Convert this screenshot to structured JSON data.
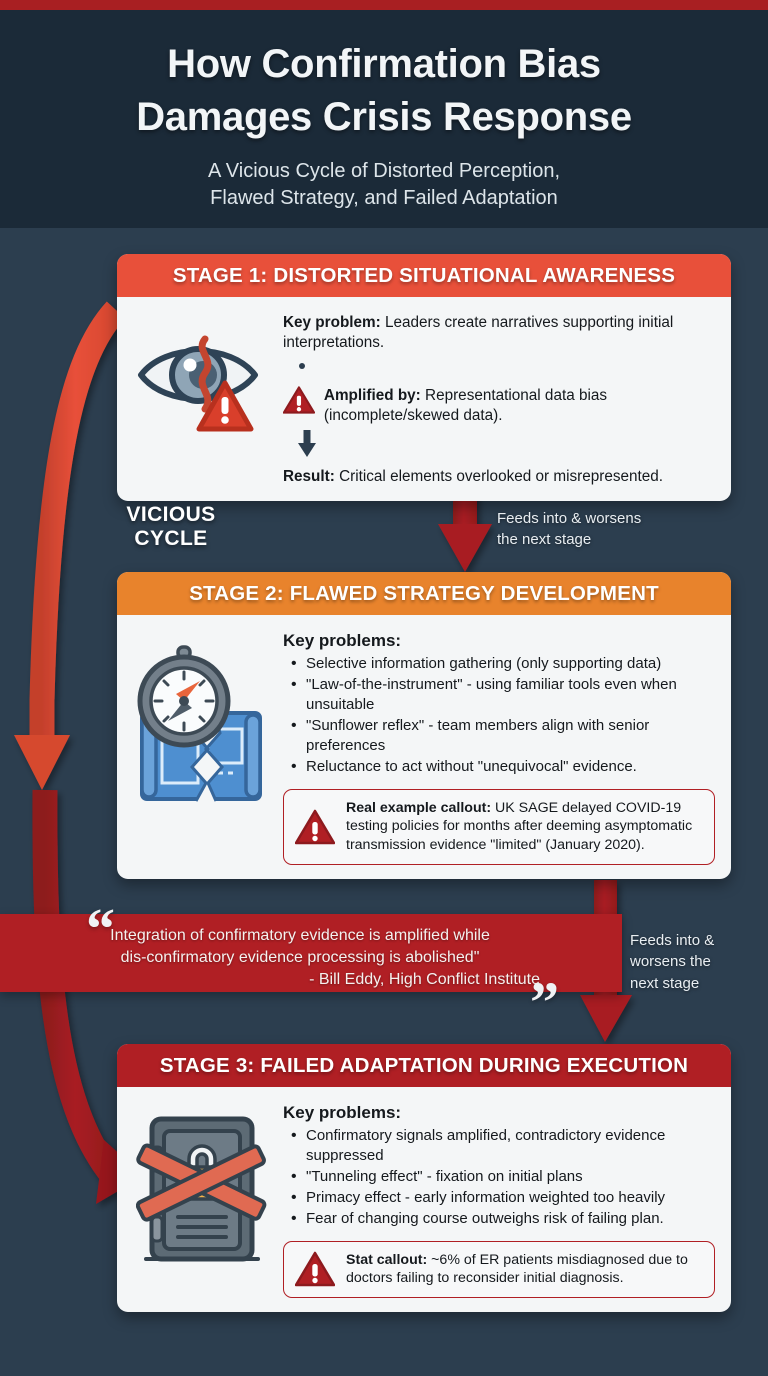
{
  "theme": {
    "top_bar": "#a81f22",
    "header_bg": "#1b2a38",
    "body_bg": "#2c3e4f",
    "stage1_accent": "#e8503a",
    "stage2_accent": "#e8832c",
    "stage3_accent": "#b01f24",
    "card_bg": "#f4f6f7",
    "quote_bg": "#b01f24"
  },
  "header": {
    "title_line1": "How Confirmation Bias",
    "title_line2": "Damages Crisis Response",
    "subtitle_line1": "A Vicious Cycle of Distorted Perception,",
    "subtitle_line2": "Flawed Strategy, and Failed Adaptation"
  },
  "cycle_label": {
    "line1": "VICIOUS",
    "line2": "CYCLE"
  },
  "connectors": [
    {
      "label_line1": "Feeds into & worsens",
      "label_line2": "the next stage"
    },
    {
      "label_line1": "Feeds into &",
      "label_line2": "worsens the",
      "label_line3": "next stage"
    }
  ],
  "stages": [
    {
      "header": "STAGE 1: DISTORTED SITUATIONAL AWARENESS",
      "icon": "distorted-eye-warning-icon",
      "key_problem_label": "Key problem:",
      "key_problem_text": " Leaders create narratives supporting initial interpretations.",
      "amplified_label": "Amplified by:",
      "amplified_text": " Representational data bias (incomplete/skewed data).",
      "result_label": "Result:",
      "result_text": " Critical elements overlooked or misrepresented."
    },
    {
      "header": "STAGE 2: FLAWED STRATEGY DEVELOPMENT",
      "icon": "compass-broken-blueprint-icon",
      "key_problems_label": "Key problems:",
      "bullets": [
        "Selective information gathering (only supporting data)",
        "\"Law-of-the-instrument\" - using familiar tools even when unsuitable",
        "\"Sunflower reflex\" - team members align with senior preferences",
        "Reluctance to act without \"unequivocal\" evidence."
      ],
      "callout_label": "Real example callout:",
      "callout_text": " UK SAGE delayed COVID-19 testing policies for months after deeming asymptomatic transmission evidence \"limited\" (January 2020)."
    },
    {
      "header": "STAGE 3: FAILED ADAPTATION DURING EXECUTION",
      "icon": "locked-door-crossed-out-icon",
      "key_problems_label": "Key problems:",
      "bullets": [
        "Confirmatory signals amplified, contradictory evidence suppressed",
        "\"Tunneling effect\" - fixation on initial plans",
        "Primacy effect - early information weighted too heavily",
        "Fear of changing course outweighs risk of failing plan."
      ],
      "callout_label": "Stat callout:",
      "callout_text": " ~6% of ER patients misdiagnosed due to doctors failing to reconsider initial diagnosis."
    }
  ],
  "quote": {
    "open_mark": "“",
    "close_mark": "”",
    "line1": "Integration of confirmatory evidence is amplified while",
    "line2": "dis-confirmatory evidence processing is abolished\"",
    "attribution": "- Bill Eddy, High Conflict Institute"
  }
}
